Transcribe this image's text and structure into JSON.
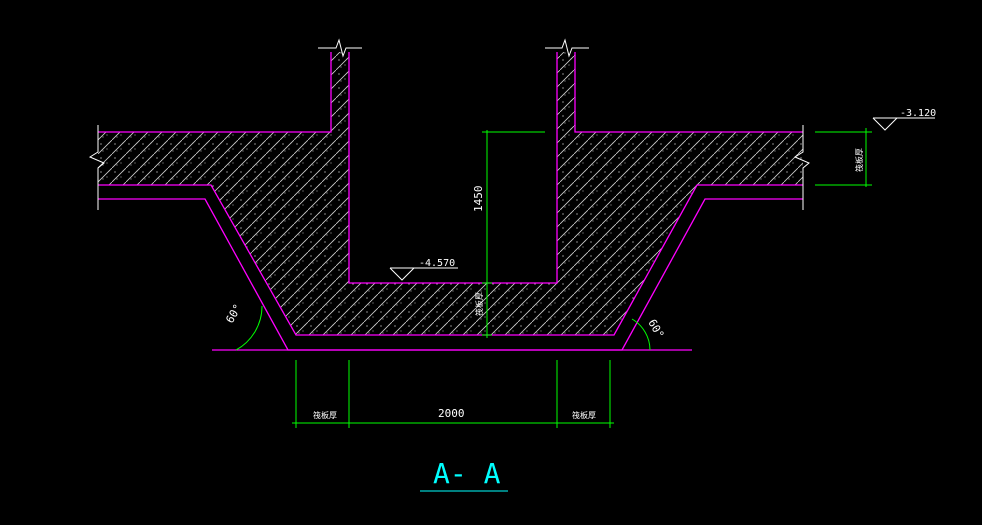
{
  "section": {
    "title": "A- A"
  },
  "elevations": {
    "slab_top": "-3.120",
    "pit_bottom": "-4.570"
  },
  "dimensions": {
    "pit_depth": "1450",
    "pit_width": "2000",
    "slab_thickness_label": "筏板厚",
    "side_left_label": "筏板厚",
    "side_right_label": "筏板厚",
    "bottom_thickness_label": "筏板厚"
  },
  "angles": {
    "left": "60°",
    "right": "60°"
  },
  "colors": {
    "background": "#000000",
    "outline": "#ff00ff",
    "dimension": "#00ff00",
    "text": "#ffffff",
    "title": "#00ffff",
    "hatch": "#d8d8d8"
  }
}
